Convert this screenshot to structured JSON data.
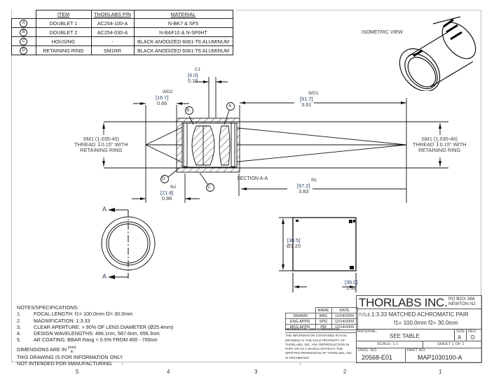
{
  "bom": {
    "headers": [
      "ITEM",
      "THORLABS P/N",
      "MATERIAL"
    ],
    "rows": [
      {
        "tag": "A",
        "item": "DOUBLET 1",
        "pn": "AC254-100-A",
        "material": "N-BK7 & SF5"
      },
      {
        "tag": "B",
        "item": "DOUBLET 2",
        "pn": "AC254-030-A",
        "material": "N-BAF10 & N-SF6HT"
      },
      {
        "tag": "C",
        "item": "HOUSING",
        "pn": "-",
        "material": "BLACK ANODIZED 6061-T6 ALUMINUM"
      },
      {
        "tag": "D",
        "item": "RETAINING RING",
        "pn": "SM1RR",
        "material": "BLACK ANODIZED 6061-T6 ALUMINUM"
      }
    ]
  },
  "views": {
    "isometric_label": "ISOMETRIC VIEW",
    "section_label": "SECTION A-A",
    "section_marker": "A"
  },
  "dimensions": {
    "c1": {
      "label": "C1",
      "mm": "[4.0]",
      "in": "0.16"
    },
    "wd2": {
      "label": "WD2",
      "mm": "[16.7]",
      "in": "0.66"
    },
    "wd1": {
      "label": "WD1",
      "mm": "[91.7]",
      "in": "3.61"
    },
    "fb2": {
      "label": "fb2",
      "mm": "[21.8]",
      "in": "0.86"
    },
    "fb1": {
      "label": "fb1",
      "mm": "[97.2]",
      "in": "3.83"
    },
    "diameter": {
      "mm": "[30.5]",
      "in": "Ø1.20"
    },
    "length": {
      "mm": "[35.0]",
      "in": "1.38"
    }
  },
  "thread_callout": {
    "line1": "SM1 (1.035-40)",
    "line2": "THREAD ↧0.15\" WITH",
    "line3": "RETAINING RING"
  },
  "callouts": [
    "A",
    "B",
    "C",
    "D"
  ],
  "notes": {
    "title": "NOTES/SPECIFICATIONS:",
    "items": [
      {
        "num": "1.",
        "text": "FOCAL LENGTH: f1= 100.0mm   f2= 30.0mm"
      },
      {
        "num": "2.",
        "text": "MAGNIFICATION:  1:3.33"
      },
      {
        "num": "3.",
        "text": "CLEAR APERTURE: > 90% OF LENS DIAMETER (Ø25.4mm)"
      },
      {
        "num": "4.",
        "text": "DESIGN WAVELENGTHS: 486.1nm, 587.6nm, 656.3nm"
      },
      {
        "num": "5.",
        "text": "AR COATING: BBAR Ravg < 0.5% FROM 400 - 700nm"
      }
    ],
    "dims_prefix": "DIMENSIONS ARE IN",
    "dims_unit_top": "[mm]",
    "dims_unit_bottom": "in",
    "info_only": "THIS DRAWING IS FOR INFORMATION ONLY",
    "not_mfg": "NOT INTENDED FOR MANUFACTURING"
  },
  "approvals": {
    "headers": [
      "",
      "NAME",
      "DATE"
    ],
    "rows": [
      {
        "role": "DRAWN",
        "name": "BAG",
        "date": "11/24/2009"
      },
      {
        "role": "ENG APPR.",
        "name": "SPG",
        "date": "12/14/2009"
      },
      {
        "role": "MFG APPR.",
        "name": "PM",
        "date": "12/14/2009"
      }
    ]
  },
  "proprietary": {
    "heading": "PROPRIETARY AND CONFIDENTIAL",
    "body": "THE INFORMATION CONTAINED IN THIS DRAWING IS THE SOLE PROPERTY OF THORLABS, INC.  ANY REPRODUCTION IN PART OR AS A WHOLE WITHOUT THE WRITTEN PERMISSION OF THORLABS, INC. IS PROHIBITED."
  },
  "title_block": {
    "company": "THORLABS INC.",
    "address1": "PO BOX 366",
    "address2": "NEWTON NJ",
    "title_label": "TITLE:",
    "title_line1": "1:3.33 MATCHED ACHROMATIC PAIR",
    "title_line2": "f1= 100.0mm  f2= 30.0mm",
    "material_label": "MATERIAL:",
    "material_value": "SEE TABLE",
    "size_label": "SIZE",
    "size_value": "A",
    "rev_label": "REV.",
    "rev_value": "D",
    "scale": "SCALE: 1:1",
    "sheet": "SHEET 1 OF 1",
    "dwg_label": "DWG. NO.",
    "dwg_value": "20568-E01",
    "part_label": "PART NO.",
    "part_value": "MAP1030100-A"
  },
  "zones": [
    "5",
    "4",
    "3",
    "2",
    "1"
  ]
}
